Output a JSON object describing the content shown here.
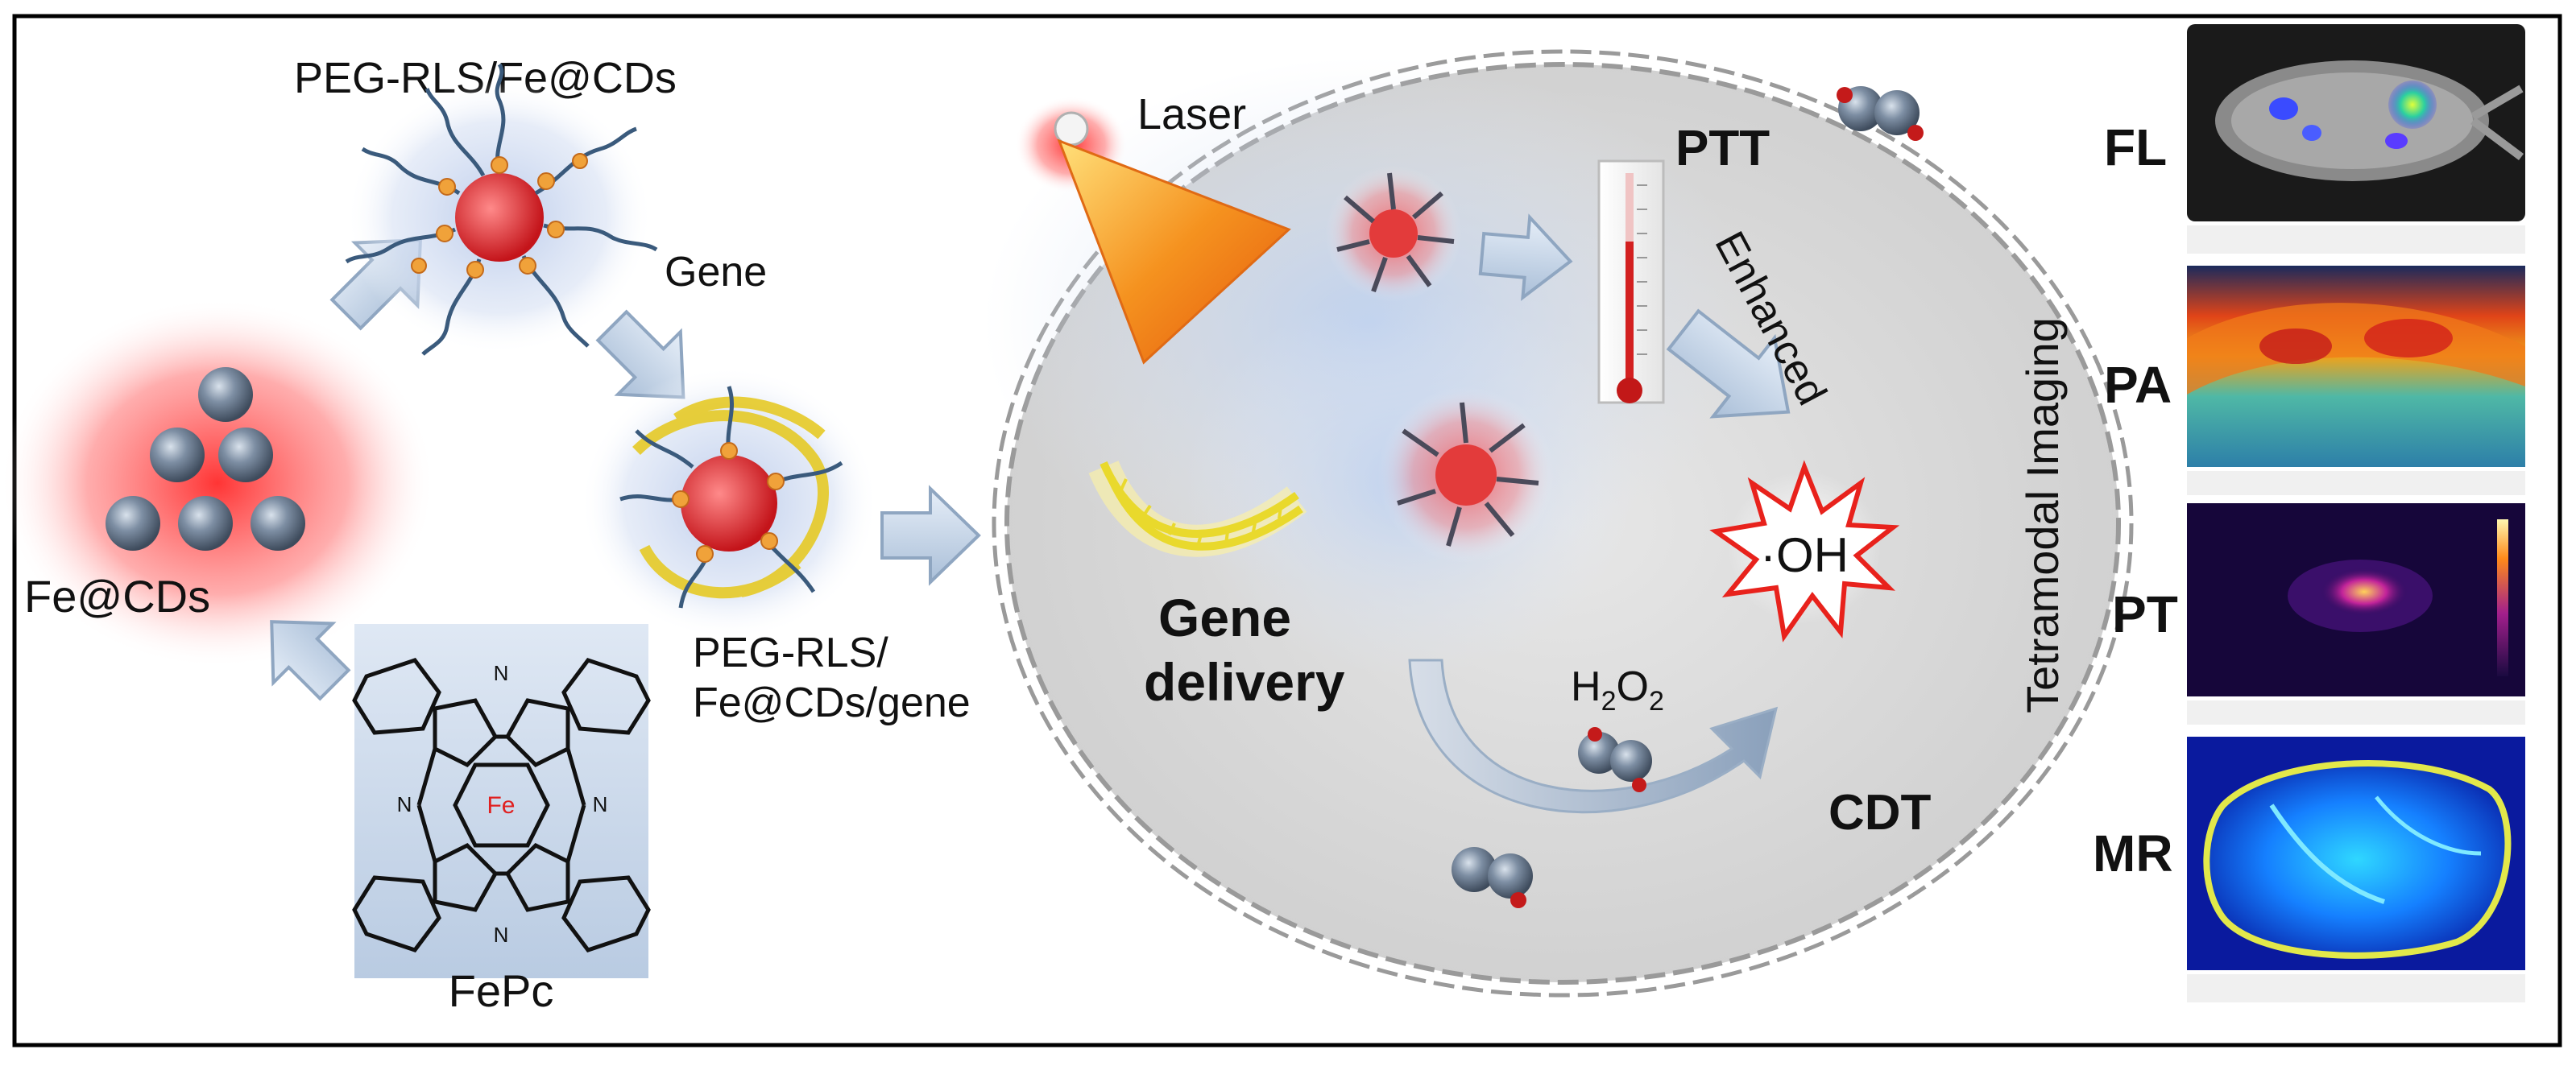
{
  "labels": {
    "fe_cds": "Fe@CDs",
    "peg_rls_fe": "PEG-RLS/Fe@CDs",
    "gene": "Gene",
    "peg_rls_gene_line1": "PEG-RLS/",
    "peg_rls_gene_line2": "Fe@CDs/gene",
    "fepc": "FePc",
    "fe_atom": "Fe",
    "n_atom": "N",
    "laser": "Laser",
    "ptt": "PTT",
    "enhanced": "Enhanced",
    "gene_delivery_line1": "Gene",
    "gene_delivery_line2": "delivery",
    "oh": "·OH",
    "h2o2_h": "H",
    "h2o2_2a": "2",
    "h2o2_o": "O",
    "h2o2_2b": "2",
    "cdt": "CDT",
    "tetramodal": "Tetramodal Imaging"
  },
  "imaging_modes": [
    "FL",
    "PA",
    "PT",
    "MR"
  ],
  "colors": {
    "arrow_fill": "#c9d8ea",
    "arrow_stroke": "#8fa6c1",
    "cell_fill": "#dcdcdc",
    "oh_star": "#e8221c",
    "glow_red": "#ff3b3b",
    "laser_orange": "#f47a12",
    "dna_yellow": "#f3e23a",
    "sphere": "#7a8fa6"
  }
}
